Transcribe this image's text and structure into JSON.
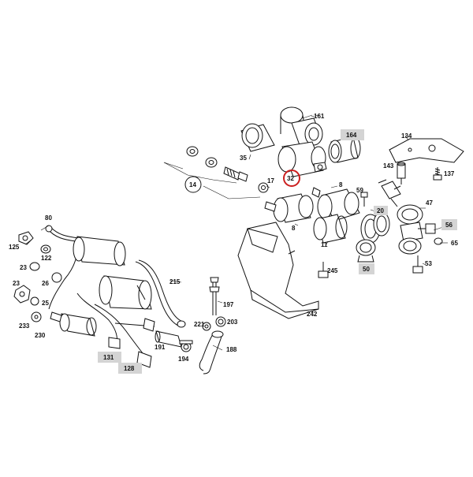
{
  "diagram": {
    "highlight_color": "#d4d4d4",
    "selection_color": "#cc1f1f",
    "selected_part": "32",
    "labels": {
      "p161": "161",
      "p164": "164",
      "p134": "134",
      "p35": "35",
      "p143": "143",
      "p137": "137",
      "p14": "14",
      "p17": "17",
      "p32": "32",
      "p8a": "8",
      "p59": "59",
      "p20": "20",
      "p47": "47",
      "p8b": "8",
      "p56": "56",
      "p65": "65",
      "p11": "11",
      "p50": "50",
      "p53": "53",
      "p80": "80",
      "p125": "125",
      "p122": "122",
      "p23a": "23",
      "p26": "26",
      "p23b": "23",
      "p25": "25",
      "p233": "233",
      "p230": "230",
      "p215": "215",
      "p245": "245",
      "p242": "242",
      "p197": "197",
      "p221": "221",
      "p203": "203",
      "p191": "191",
      "p194": "194",
      "p188": "188",
      "p131": "131",
      "p128": "128"
    }
  }
}
